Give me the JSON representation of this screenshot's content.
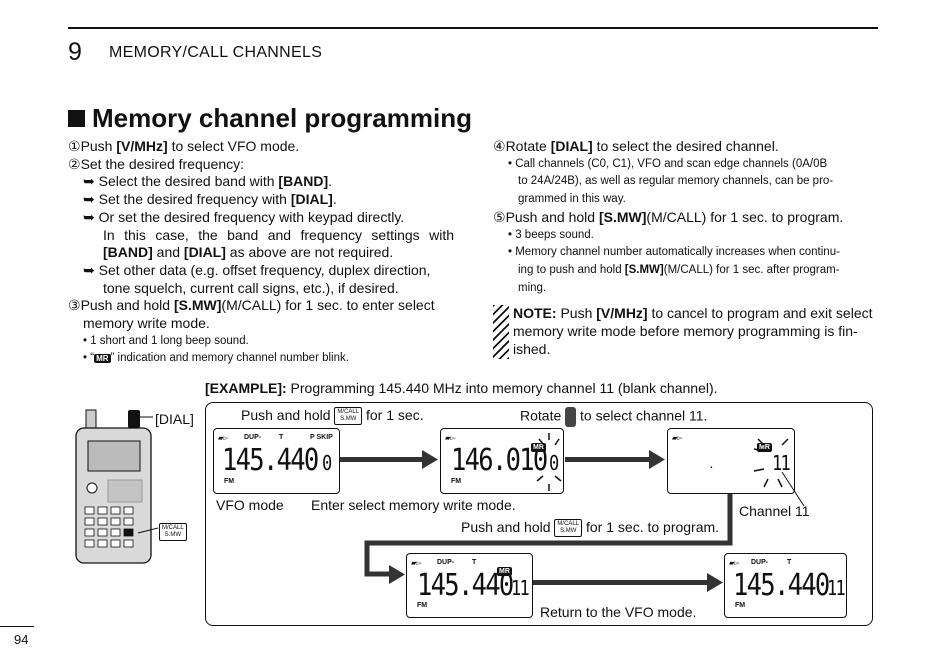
{
  "header": {
    "chapter_number": "9",
    "chapter_title": "MEMORY/CALL CHANNELS"
  },
  "section_title": "Memory channel programming",
  "left": {
    "s1_num": "①",
    "s1_a": "Push ",
    "s1_b": "[V/MHz]",
    "s1_c": " to select VFO mode.",
    "s2_num": "②",
    "s2_a": "Set the desired frequency:",
    "a1_a": "Select the desired band with ",
    "a1_b": "[BAND]",
    "a1_c": ".",
    "a2_a": "Set the desired frequency with ",
    "a2_b": "[DIAL]",
    "a2_c": ".",
    "a3_a": "Or set the desired frequency with keypad directly.",
    "a3_b": "In this case, the band and frequency settings with",
    "a3_c": "[BAND]",
    "a3_d": " and ",
    "a3_e": "[DIAL]",
    "a3_f": " as above are not required.",
    "a4_a": "Set other data (e.g. offset frequency, duplex direction,",
    "a4_b": "tone squelch, current call signs, etc.), if desired.",
    "s3_num": "③",
    "s3_a": "Push and hold ",
    "s3_b": "[S.MW]",
    "s3_c": "(M/CALL) for 1 sec. to enter select",
    "s3_d": "memory write mode.",
    "b1": "• 1 short and 1 long beep sound.",
    "b2_a": "• “",
    "b2_icon": "MR",
    "b2_b": "” indication and memory channel number blink."
  },
  "right": {
    "s4_num": "④",
    "s4_a": "Rotate ",
    "s4_b": "[DIAL]",
    "s4_c": " to select the desired channel.",
    "b1_a": "• Call channels (C0, C1), VFO and scan edge channels (0A/0B",
    "b1_b": "to 24A/24B), as well as regular memory channels, can be pro-",
    "b1_c": "grammed in this way.",
    "s5_num": "⑤",
    "s5_a": "Push and hold ",
    "s5_b": "[S.MW]",
    "s5_c": "(M/CALL) for 1 sec. to program.",
    "b2": "• 3 beeps sound.",
    "b3_a": "• Memory channel number automatically increases when continu-",
    "b3_b": "ing to push and hold ",
    "b3_c": "[S.MW]",
    "b3_d": "(M/CALL) for 1 sec. after program-",
    "b3_e": "ming.",
    "note_a": "NOTE:",
    "note_b": " Push ",
    "note_c": "[V/MHz]",
    "note_d": " to cancel to program and exit select",
    "note_e": "memory write mode before memory programming is fin-",
    "note_f": "ished."
  },
  "example": {
    "head_a": "[EXAMPLE]:",
    "head_b": " Programming 145.440 MHz into memory channel 11 (blank channel).",
    "dial_label": "[DIAL]",
    "key_top": "M/CALL",
    "key_bot": "S.MW",
    "push1_a": "Push and hold",
    "push1_b": "for 1 sec.",
    "rotate_a": "Rotate",
    "rotate_b": "to select channel 11.",
    "vfo_mode": "VFO mode",
    "enter_mode": "Enter select memory write mode.",
    "channel11": "Channel 11",
    "push2_a": "Push and hold",
    "push2_b": "for 1 sec. to program.",
    "return": "Return to the VFO mode.",
    "lcd1": {
      "freq": "145.440",
      "ch": "0",
      "dup": "DUP-",
      "t": "T",
      "pskip": "P SKIP",
      "fm": "FM"
    },
    "lcd2": {
      "freq": "146.010",
      "ch": "0",
      "mr": "MR",
      "fm": "FM"
    },
    "lcd3": {
      "ch": "11",
      "mr": "MR"
    },
    "lcd4": {
      "freq": "145.440",
      "ch": "11",
      "mr": "MR",
      "dup": "DUP-",
      "t": "T",
      "fm": "FM"
    },
    "lcd5": {
      "freq": "145.440",
      "ch": "11",
      "dup": "DUP-",
      "t": "T",
      "fm": "FM"
    }
  },
  "page_number": "94"
}
